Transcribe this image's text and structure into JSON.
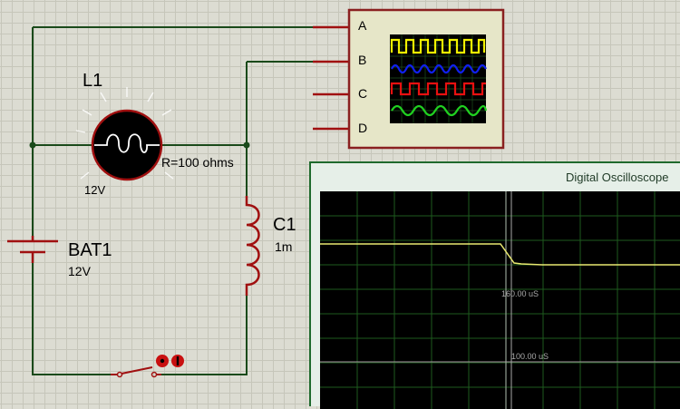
{
  "colors": {
    "wire": "#1a4a1a",
    "component": "#a01010",
    "scope_body": "#e6e6c8",
    "screen": "#000000",
    "trace_a": "#f0f000",
    "trace_b": "#1020f0",
    "trace_c": "#e81010",
    "trace_d": "#20d020",
    "scope_trace": "#e8e870"
  },
  "schematic": {
    "lamp": {
      "ref": "L1",
      "resistance": "R=100 ohms",
      "voltage": "12V",
      "icon": "lamp-filament-icon"
    },
    "battery": {
      "ref": "BAT1",
      "voltage": "12V",
      "icon": "battery-icon"
    },
    "inductor": {
      "ref": "C1",
      "value": "1m",
      "icon": "coil-icon"
    },
    "switch": {
      "icon": "push-switch-icon",
      "buttons": [
        "switch-open-icon",
        "switch-close-icon"
      ]
    },
    "oscilloscope_instrument": {
      "channels": [
        "A",
        "B",
        "C",
        "D"
      ]
    }
  },
  "digital_oscilloscope": {
    "title": "Digital Oscilloscope",
    "cursor_1": "160.00 uS",
    "cursor_2": "100.00 uS"
  }
}
